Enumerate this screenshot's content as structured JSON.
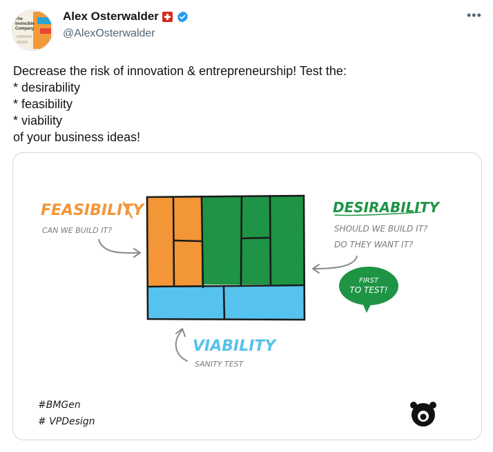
{
  "author": {
    "name": "Alex Osterwalder",
    "handle": "@AlexOsterwalder",
    "avatar_book_title": "The Invincible Company"
  },
  "tweet": {
    "lines": [
      "Decrease the risk of innovation & entrepreneurship! Test the:",
      "* desirability",
      "* feasibility",
      "* viability",
      "of your business ideas!"
    ]
  },
  "image": {
    "feasibility_title": "FEASIBILITY",
    "feasibility_question": "CAN WE BUILD IT?",
    "desirability_title": "DESIRABILITY",
    "desirability_q1": "SHOULD WE BUILD IT?",
    "desirability_q2": "DO THEY WANT IT?",
    "bubble_line1": "FIRST",
    "bubble_line2": "TO TEST!",
    "viability_title": "VIABILITY",
    "viability_sub": "SANITY TEST",
    "tag1": "#BMGen",
    "tag2": "# VPDesign"
  },
  "colors": {
    "orange": "#f39638",
    "green": "#1e9444",
    "blue": "#56c3ee",
    "verified": "#1d9bf0"
  },
  "icons": {
    "verified": "verified-badge-icon",
    "flag": "swiss-flag-icon",
    "more": "more-options-icon",
    "logo": "strategyzer-logo-icon"
  }
}
